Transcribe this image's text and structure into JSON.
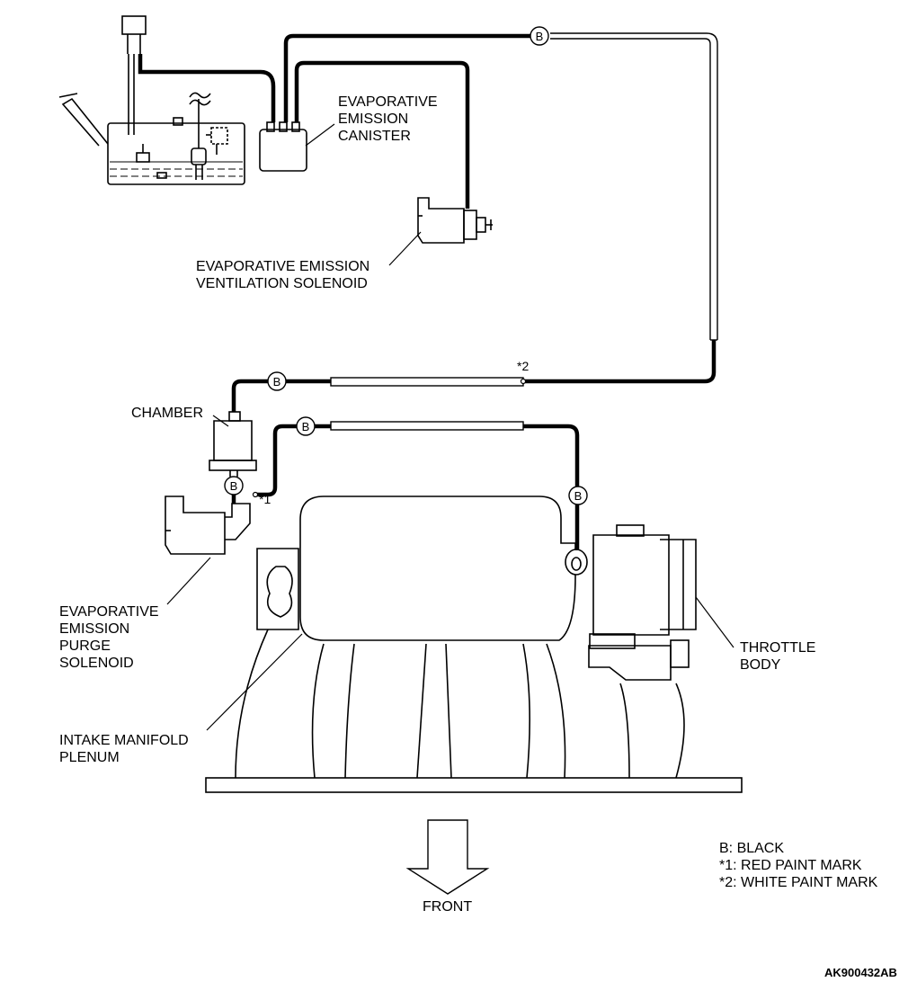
{
  "labels": {
    "canister": "EVAPORATIVE\nEMISSION\nCANISTER",
    "ventilation_solenoid": "EVAPORATIVE EMISSION\nVENTILATION SOLENOID",
    "chamber": "CHAMBER",
    "purge_solenoid": "EVAPORATIVE\nEMISSION\nPURGE\nSOLENOID",
    "throttle_body": "THROTTLE\nBODY",
    "intake_plenum": "INTAKE MANIFOLD\nPLENUM",
    "front": "FRONT",
    "paint_mark_1": "*1",
    "paint_mark_2": "*2"
  },
  "hose_color_marker": "B",
  "legend": [
    "B: BLACK",
    "*1: RED PAINT MARK",
    "*2: WHITE PAINT MARK"
  ],
  "figure_code": "AK900432AB"
}
